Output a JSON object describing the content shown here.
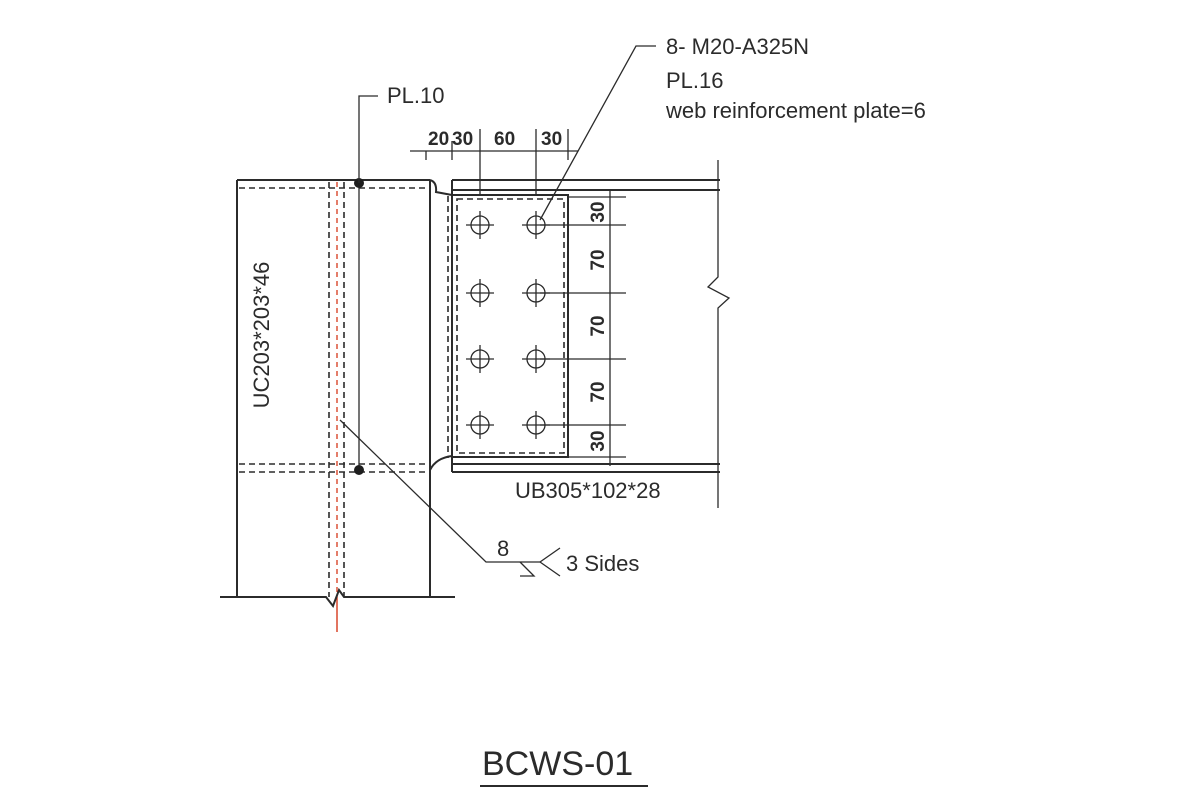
{
  "drawing": {
    "title": "BCWS-01",
    "column_label": "UC203*203*46",
    "beam_label": "UB305*102*28",
    "column_plate_label": "PL.10",
    "bolt_note": {
      "bolts": "8- M20-A325N",
      "plate": "PL.16",
      "reinforcement": "web reinforcement plate=6"
    },
    "weld": {
      "size": "8",
      "note": "3 Sides"
    },
    "horizontal_dims": [
      "20",
      "30",
      "60",
      "30"
    ],
    "vertical_dims": [
      "30",
      "70",
      "70",
      "70",
      "30"
    ]
  }
}
